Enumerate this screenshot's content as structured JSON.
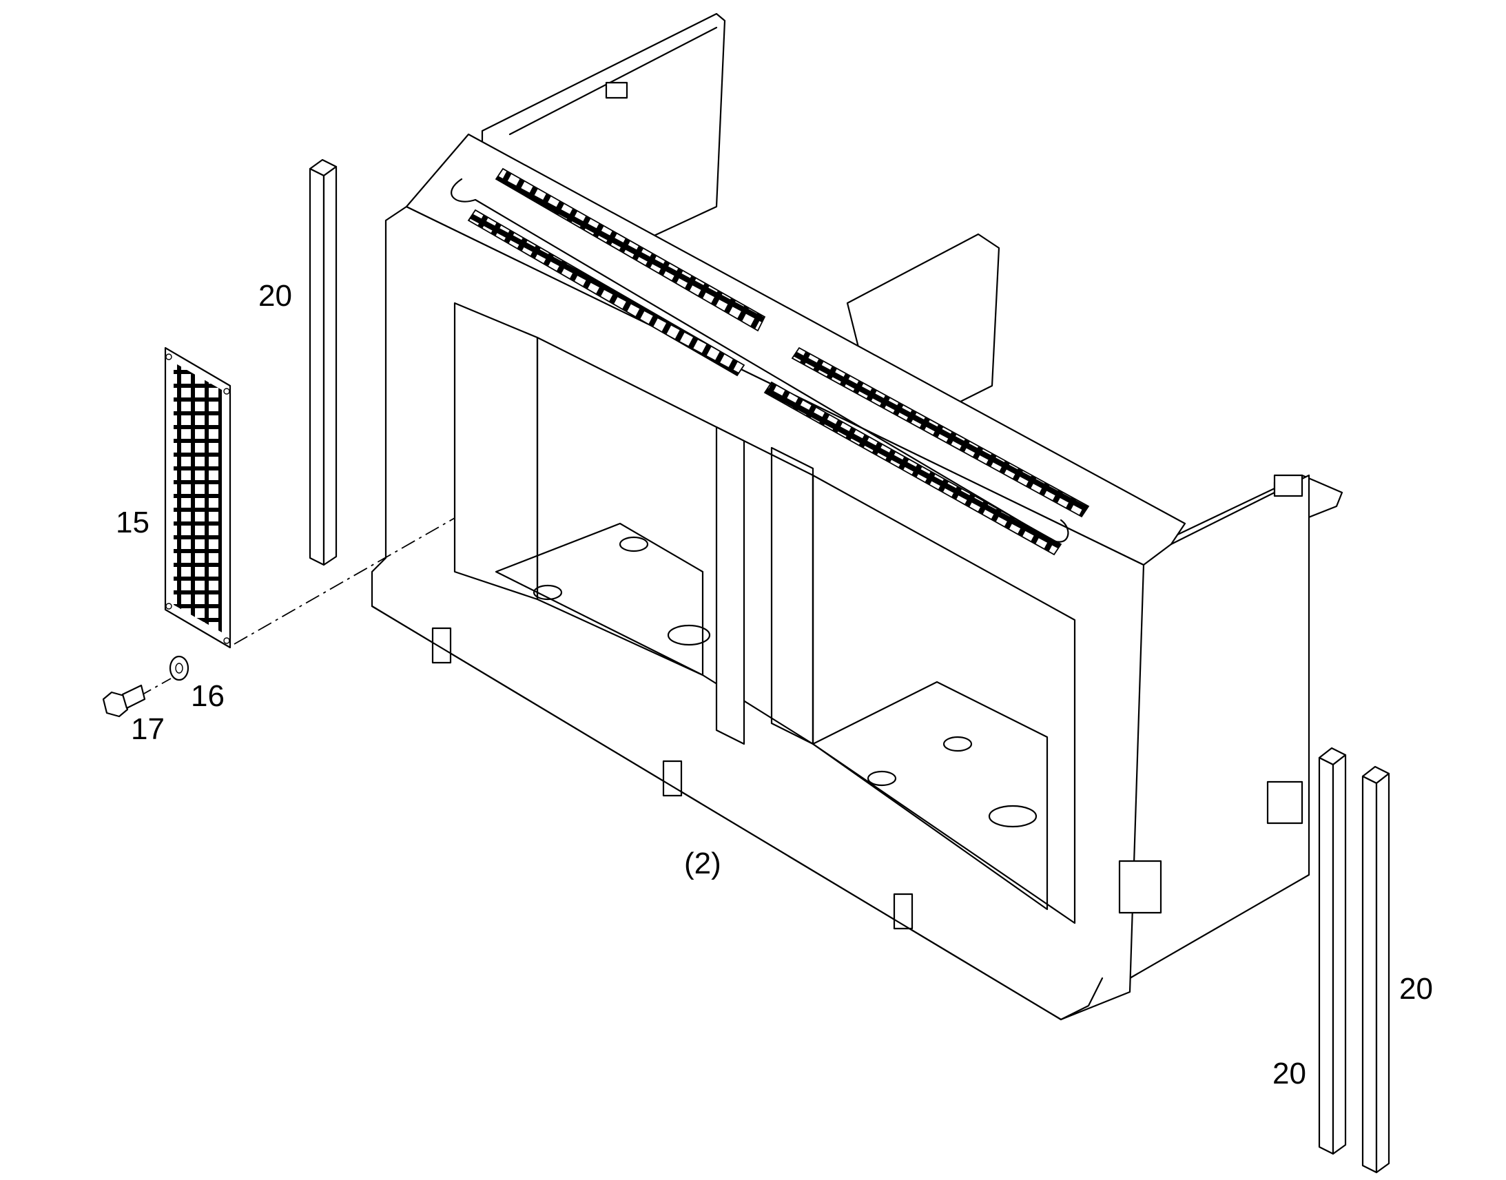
{
  "callouts": {
    "part_20_strip_left": "20",
    "part_15_grille": "15",
    "part_16_washer": "16",
    "part_17_bolt": "17",
    "assembly_ref": "(2)",
    "part_20_strip_right_a": "20",
    "part_20_strip_right_b": "20"
  },
  "colors": {
    "line": "#000000",
    "background": "#ffffff"
  }
}
